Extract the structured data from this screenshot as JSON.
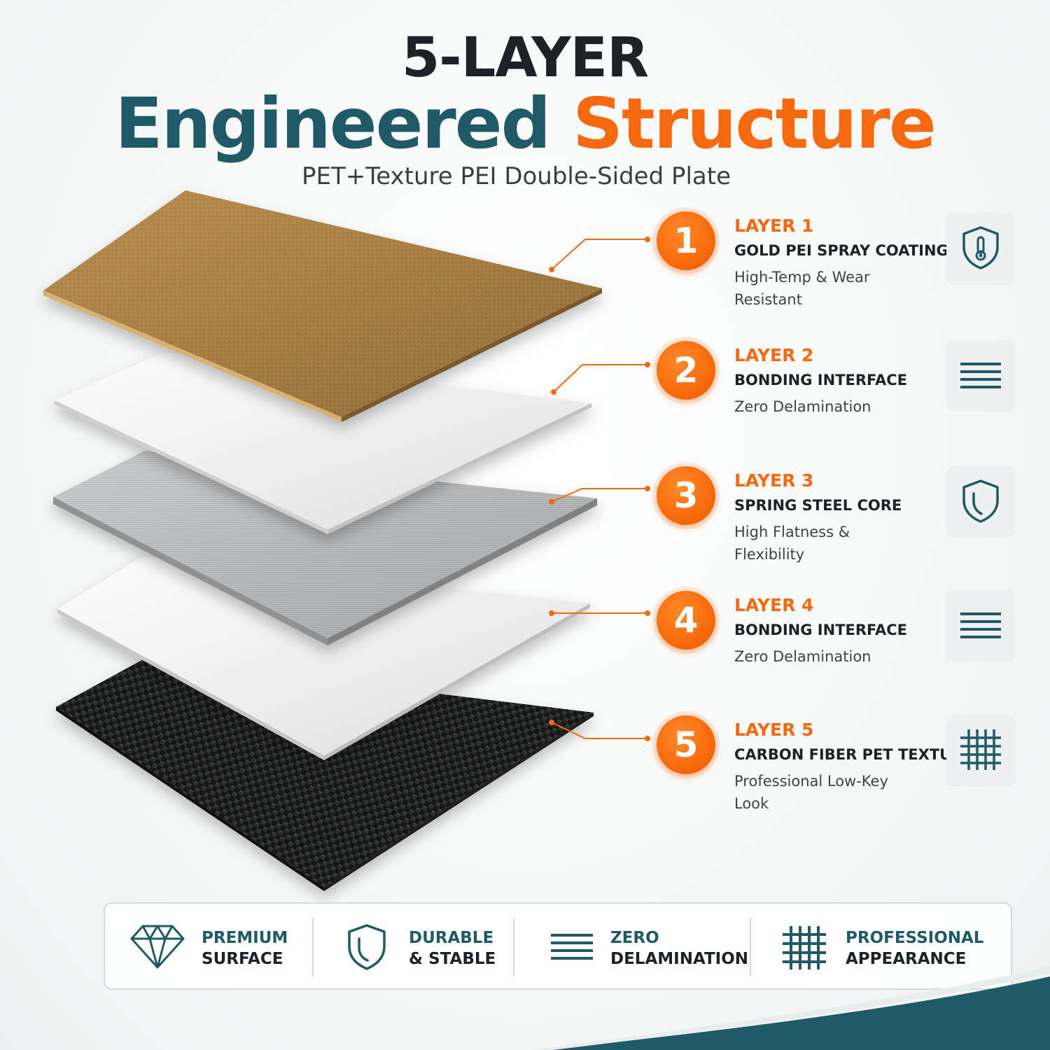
{
  "header": {
    "line1": "5-LAYER",
    "line2_part1": "Engineered",
    "line2_part2": "Structure",
    "subtitle": "PET+Texture PEI Double-Sided Plate"
  },
  "colors": {
    "accent_orange": "#f7680f",
    "accent_teal": "#1f5a66",
    "dark_text": "#1c2226"
  },
  "layers": [
    {
      "number": "1",
      "title": "LAYER 1",
      "name": "GOLD PEI SPRAY COATING",
      "desc": "High-Temp & Wear Resistant",
      "icon": "shield-thermometer-icon"
    },
    {
      "number": "2",
      "title": "LAYER 2",
      "name": "BONDING INTERFACE",
      "desc": "Zero Delamination",
      "icon": "stacked-lines-icon"
    },
    {
      "number": "3",
      "title": "LAYER 3",
      "name": "SPRING STEEL CORE",
      "desc": "High Flatness & Flexibility",
      "icon": "shield-icon"
    },
    {
      "number": "4",
      "title": "LAYER 4",
      "name": "BONDING INTERFACE",
      "desc": "Zero Delamination",
      "icon": "stacked-lines-icon"
    },
    {
      "number": "5",
      "title": "LAYER 5",
      "name": "CARBON FIBER PET TEXTURE",
      "desc": "Professional Low-Key Look",
      "icon": "grid-mesh-icon"
    }
  ],
  "features": [
    {
      "line1": "PREMIUM",
      "line2": "SURFACE",
      "icon": "diamond-icon"
    },
    {
      "line1": "DURABLE",
      "line2": "& STABLE",
      "icon": "shield-icon"
    },
    {
      "line1": "ZERO",
      "line2": "DELAMINATION",
      "icon": "stacked-lines-icon"
    },
    {
      "line1": "PROFESSIONAL",
      "line2": "APPEARANCE",
      "icon": "grid-mesh-icon"
    }
  ]
}
